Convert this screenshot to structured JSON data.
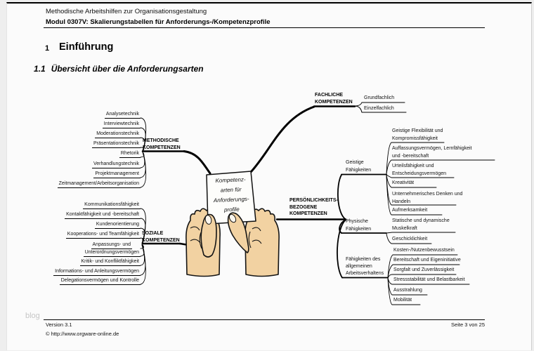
{
  "header": {
    "subtitle": "Methodische Arbeitshilfen zur Organisationsgestaltung",
    "title": "Modul 0307V: Skalierungstabellen für Anforderungs-/Kompetenzprofile"
  },
  "section": {
    "h1_number": "1",
    "h1_title": "Einführung",
    "h2_number": "1.1",
    "h2_title": "Übersicht über die Anforderungsarten"
  },
  "mindmap": {
    "center": {
      "lines": [
        "Kompetenz-",
        "arten für",
        "Anforderungs-",
        "profile"
      ]
    },
    "illustration": {
      "hands_skin": "#f2d2a2",
      "paper_color": "#fdfdfb"
    },
    "methodische": {
      "label_lines": [
        "METHODISCHE",
        "KOMPETENZEN"
      ],
      "items": [
        "Analysetechnik",
        "Interviewtechnik",
        "Moderationstechnik",
        "Präsentationstechnik",
        "Rhetorik",
        "Verhandlungstechnik",
        "Projektmanagement",
        "Zeitmanagement/Arbeitsorganisation"
      ]
    },
    "soziale": {
      "label_lines": [
        "SOZIALE",
        "KOMPETENZEN"
      ],
      "items": [
        "Kommunikationsfähigkeit",
        "Kontaktfähigkeit und -bereitschaft",
        "Kundenorientierung",
        "Kooperations- und Teamfähigkeit",
        {
          "line1": "Anpassungs- und",
          "line2": "Unterordnungsvermögen"
        },
        "Kritik- und Konfliktfähigkeit",
        "Informations- und Anleitungsvermögen",
        "Delegationsvermögen und Kontrolle"
      ]
    },
    "fachliche": {
      "label_lines": [
        "FACHLICHE",
        "KOMPETENZEN"
      ],
      "items": [
        "Grundfachlich",
        "Einzelfachlich"
      ]
    },
    "persoenlichkeit": {
      "label_lines": [
        "PERSÖNLICHKEITS-",
        "BEZOGENE",
        "KOMPETENZEN"
      ],
      "geistige": {
        "label_lines": [
          "Geistige",
          "Fähigkeiten"
        ],
        "items": [
          {
            "line1": "Geistige Flexibilität und",
            "line2": "Kompromissfähigkeit"
          },
          {
            "line1": "Auffassungsvermögen, Lernfähigkeit",
            "line2": "und -bereitschaft"
          },
          {
            "line1": "Urteilsfähigkeit und",
            "line2": "Entscheidungsvermögen"
          },
          "Kreativität",
          {
            "line1": "Unternehmerisches Denken und",
            "line2": "Handeln"
          },
          "Aufmerksamkeit"
        ]
      },
      "physische": {
        "label_lines": [
          "Physische",
          "Fähigkeiten"
        ],
        "items": [
          {
            "line1": "Statische und dynamische",
            "line2": "Muskelkraft"
          },
          "Geschicklichkeit"
        ]
      },
      "arbeitsverhalten": {
        "label_lines": [
          "Fähigkeiten des",
          "allgemeinen",
          "Arbeitsverhaltens"
        ],
        "items": [
          "Kosten-/Nutzenbewusstsein",
          "Bereitschaft und Eigeninitiative",
          "Sorgfalt und Zuverlässigkeit",
          "Stressstabilität und Belastbarkeit",
          "Ausstrahlung",
          "Mobilität"
        ]
      }
    }
  },
  "footer": {
    "version": "Version 3.1",
    "copyright": "© http://www.orgware-online.de",
    "page_number": "Seite 3 von 25",
    "watermark": "blog"
  }
}
